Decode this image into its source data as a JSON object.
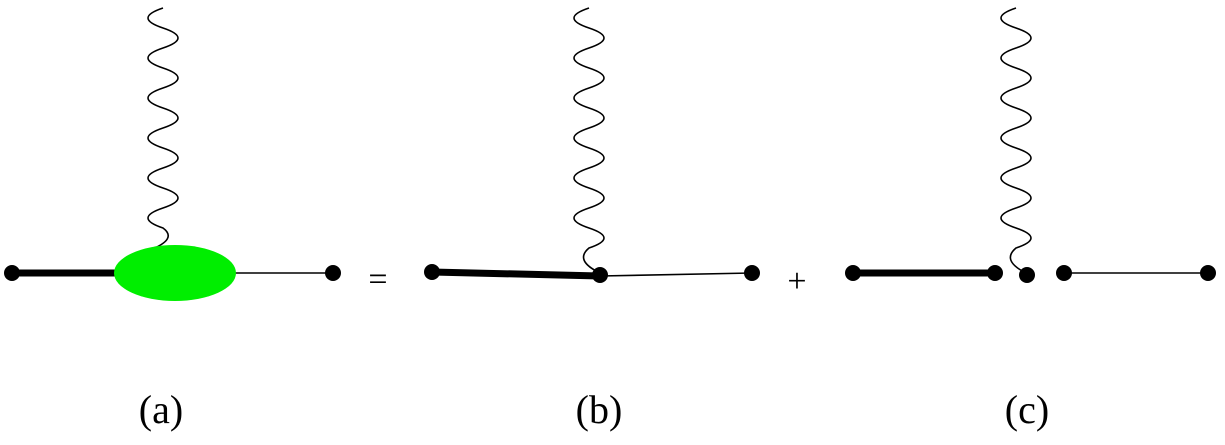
{
  "colors": {
    "ink": "#000000",
    "blob": "#00ee00",
    "background": "#ffffff"
  },
  "operators": {
    "equals": "=",
    "plus": "+"
  },
  "panels": [
    {
      "id": "a",
      "label": "(a)"
    },
    {
      "id": "b",
      "label": "(b)"
    },
    {
      "id": "c",
      "label": "(c)"
    }
  ]
}
